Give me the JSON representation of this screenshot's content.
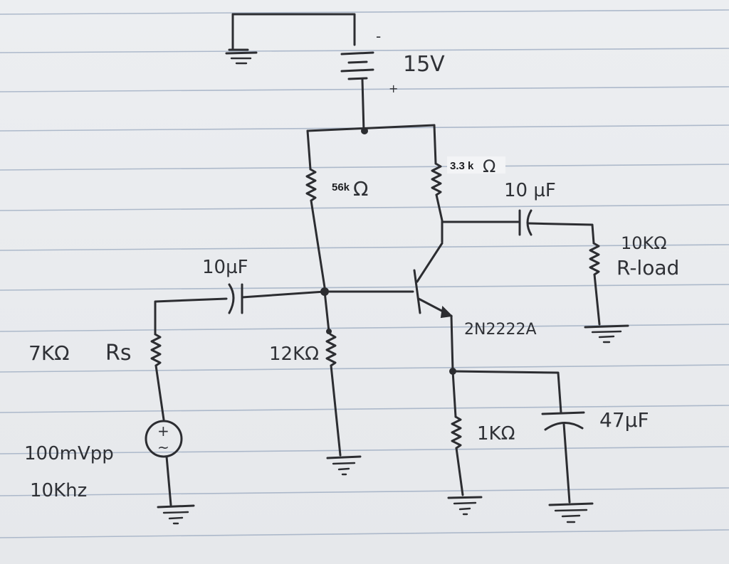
{
  "supply": {
    "voltage": "15V",
    "minus": "-",
    "plus": "+"
  },
  "r_base_top": {
    "value": "56k",
    "unit": "Ω"
  },
  "r_collector": {
    "value": "3.3 k",
    "unit": "Ω"
  },
  "c_out": {
    "value": "10 µF"
  },
  "r_load": {
    "value": "10KΩ",
    "name": "R-load"
  },
  "c_in": {
    "value": "10µF"
  },
  "transistor": {
    "model": "2N2222A"
  },
  "r_source": {
    "value": "7KΩ",
    "name": "Rs"
  },
  "r_base_bottom": {
    "value": "12KΩ"
  },
  "r_emitter": {
    "value": "1KΩ"
  },
  "c_emitter": {
    "value": "47µF"
  },
  "source": {
    "amplitude": "100mVpp",
    "frequency": "10Khz",
    "plus": "+",
    "minus": "-",
    "tilde": "~"
  },
  "colors": {
    "ink": "#2c2d31",
    "paper": "#e9ebee",
    "rule": "#8fa0b8"
  }
}
